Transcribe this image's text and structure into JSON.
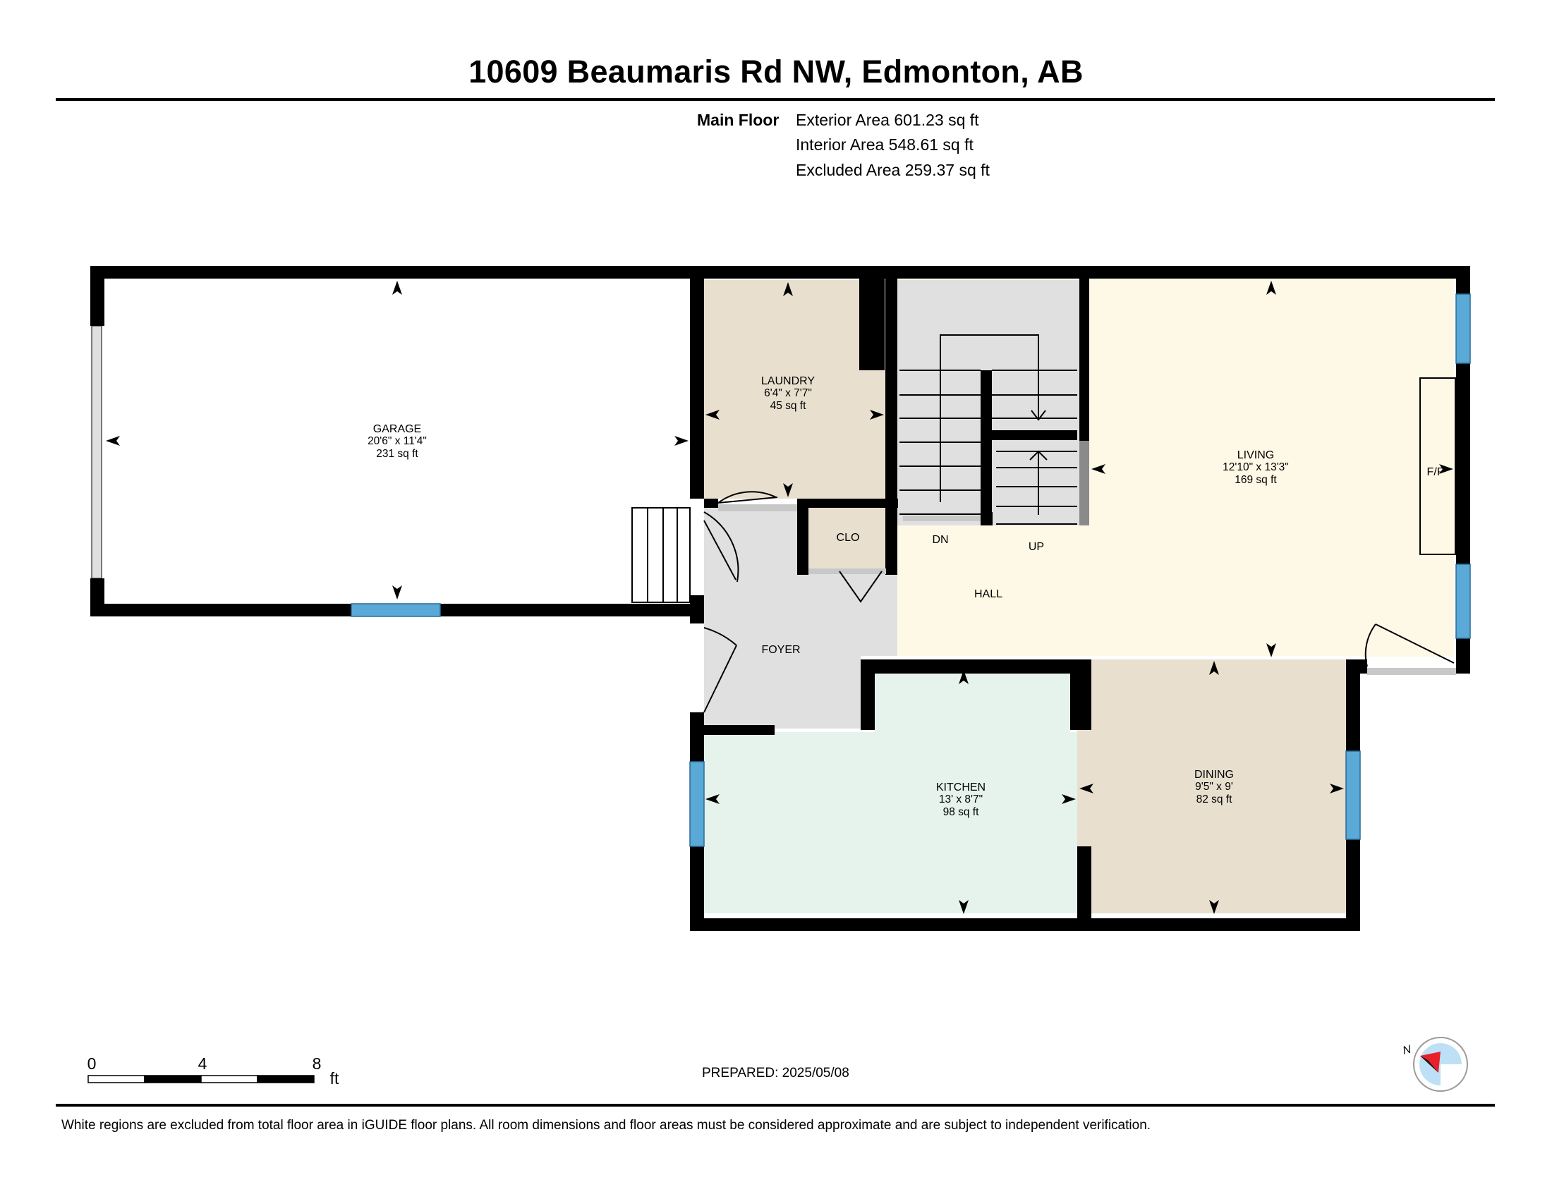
{
  "header": {
    "address": "10609 Beaumaris Rd NW, Edmonton, AB",
    "floor_label": "Main Floor",
    "exterior_area": "Exterior Area 601.23 sq ft",
    "interior_area": "Interior Area 548.61 sq ft",
    "excluded_area": "Excluded Area 259.37 sq ft"
  },
  "rooms": {
    "garage": {
      "name": "GARAGE",
      "dims": "20'6\" x 11'4\"",
      "area": "231 sq ft",
      "color": "#ffffff"
    },
    "laundry": {
      "name": "LAUNDRY",
      "dims": "6'4\" x 7'7\"",
      "area": "45 sq ft",
      "color": "#e8dfcf"
    },
    "living": {
      "name": "LIVING",
      "dims": "12'10\" x 13'3\"",
      "area": "169 sq ft",
      "color": "#fef9e6"
    },
    "kitchen": {
      "name": "KITCHEN",
      "dims": "13' x 8'7\"",
      "area": "98 sq ft",
      "color": "#e5f3ec"
    },
    "dining": {
      "name": "DINING",
      "dims": "9'5\" x 9'",
      "area": "82 sq ft",
      "color": "#e8dfcf"
    },
    "clo": {
      "name": "CLO"
    },
    "foyer": {
      "name": "FOYER",
      "color": "#e0e0e0"
    },
    "hall": {
      "name": "HALL"
    },
    "stairs_dn": {
      "name": "DN"
    },
    "stairs_up": {
      "name": "UP"
    },
    "fireplace": {
      "name": "F/P"
    }
  },
  "scale_bar": {
    "labels": [
      "0",
      "4",
      "8"
    ],
    "unit": "ft"
  },
  "compass": {
    "label": "N"
  },
  "footer": {
    "prepared": "PREPARED: 2025/05/08",
    "disclaimer": "White regions are excluded from total floor area in iGUIDE floor plans. All room dimensions and floor areas must be considered approximate and are subject to independent verification."
  },
  "colors": {
    "wall": "#000000",
    "window": "#5aa9d6",
    "stairs": "#e0e0e0"
  }
}
